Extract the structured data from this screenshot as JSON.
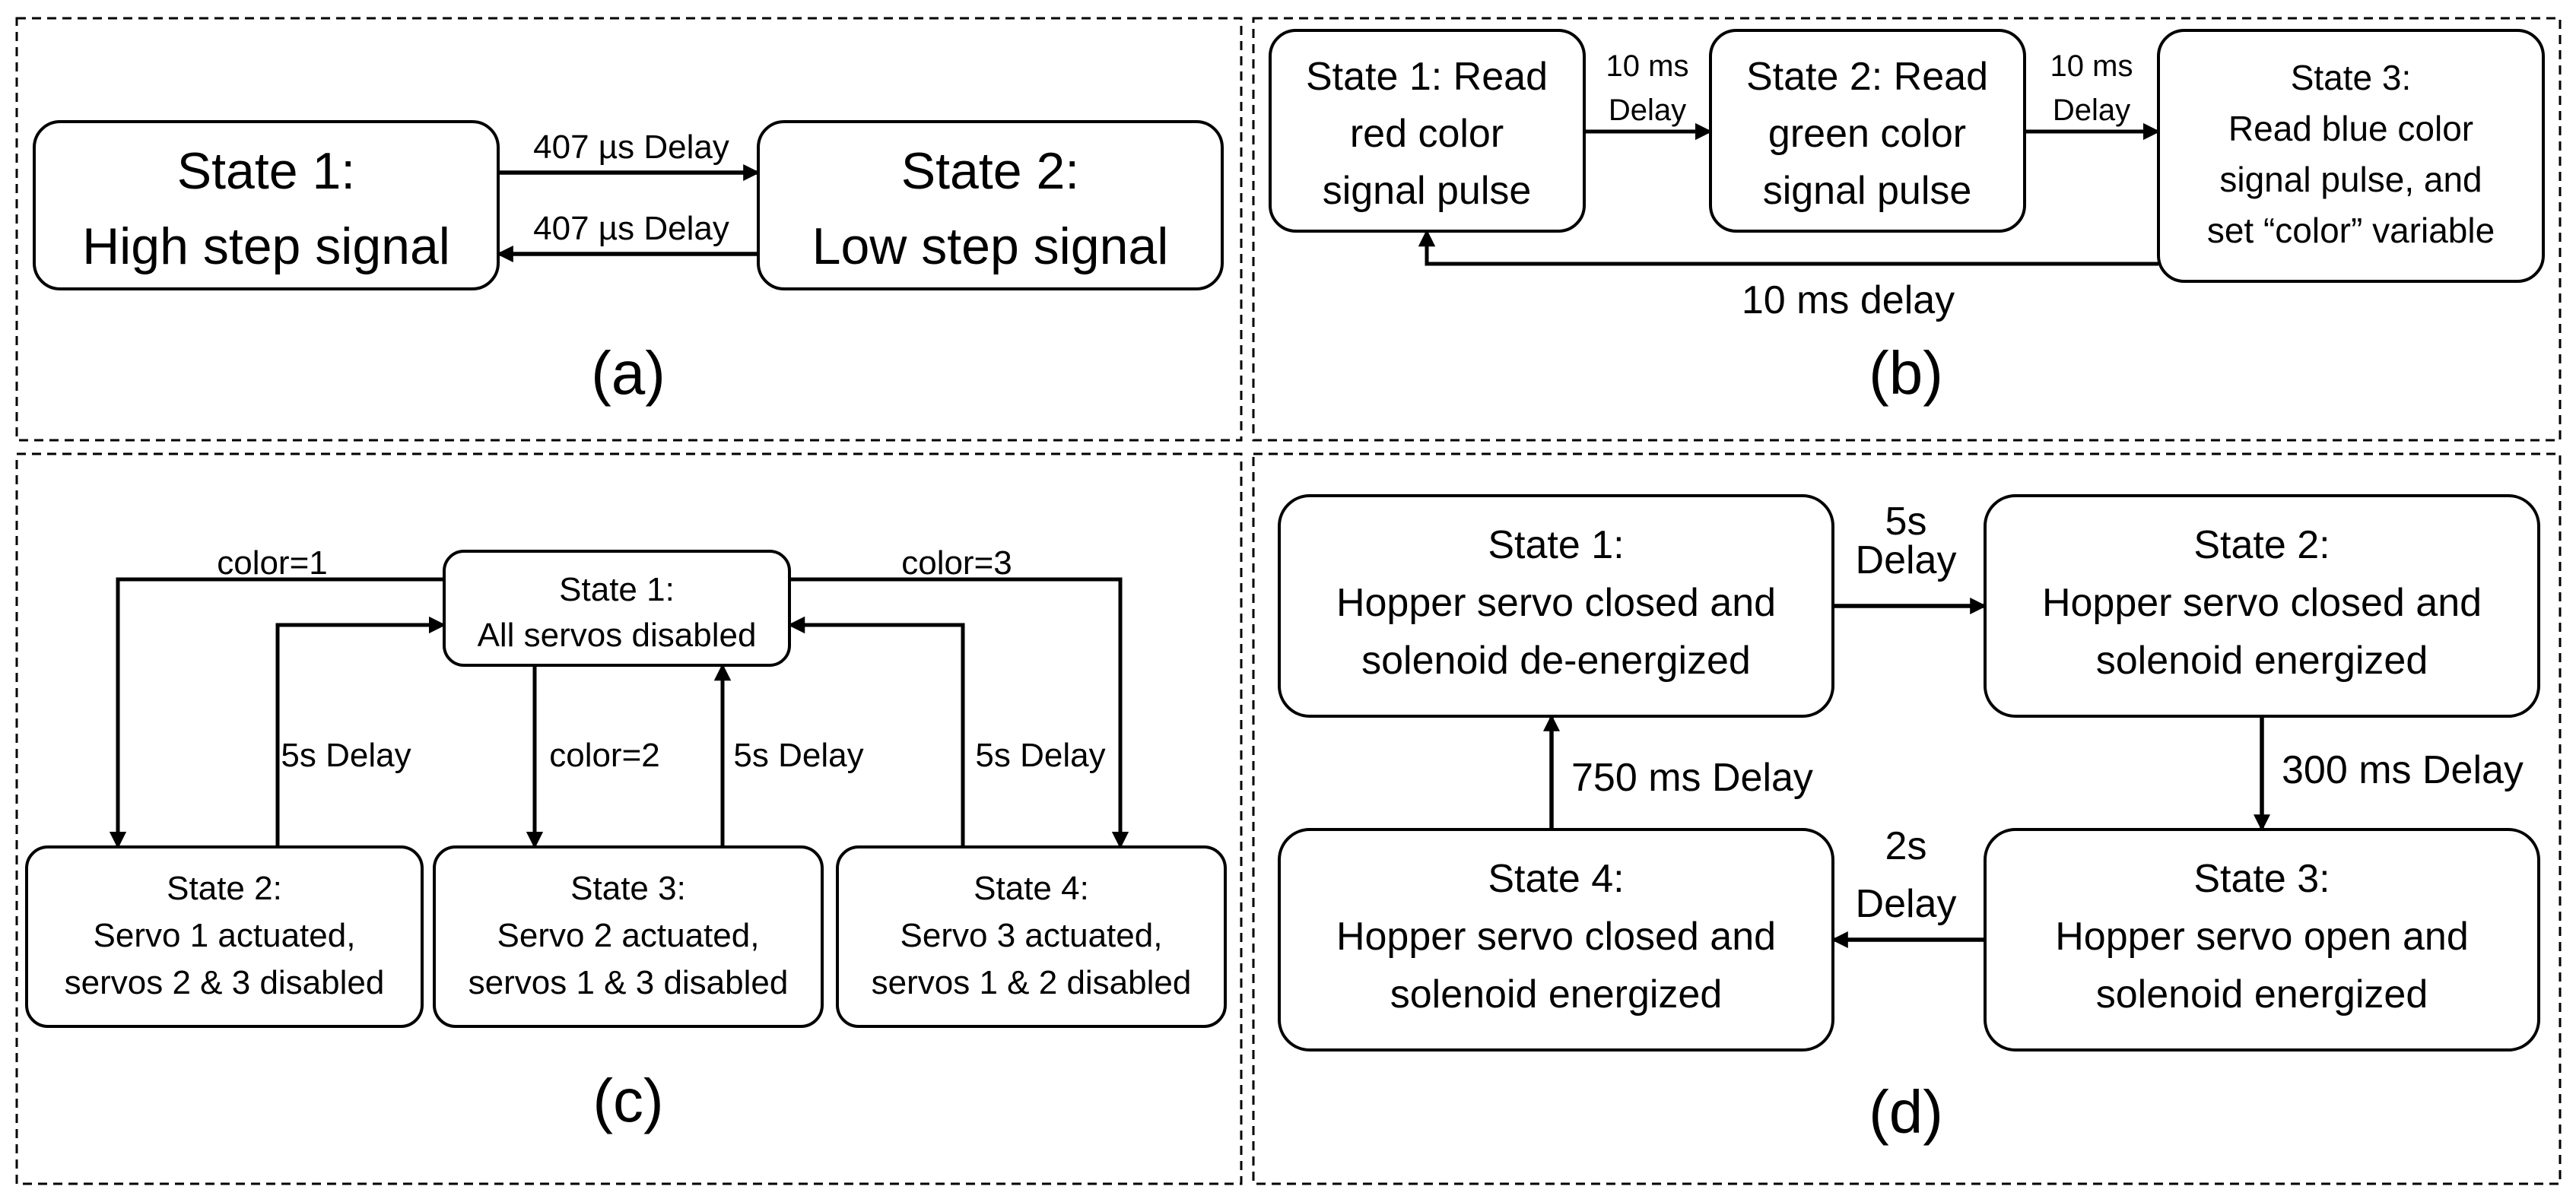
{
  "panels": {
    "a": {
      "caption": "(a)",
      "state1": [
        "State 1:",
        "High step signal"
      ],
      "state2": [
        "State 2:",
        "Low step signal"
      ],
      "forward_label": "407 µs Delay",
      "back_label": "407 µs Delay"
    },
    "b": {
      "caption": "(b)",
      "state1": [
        "State 1: Read",
        "red color",
        "signal pulse"
      ],
      "state2": [
        "State 2: Read",
        "green color",
        "signal pulse"
      ],
      "state3": [
        "State 3:",
        "Read blue color",
        "signal pulse, and",
        "set “color” variable"
      ],
      "t12": [
        "10 ms",
        "Delay"
      ],
      "t23": [
        "10 ms",
        "Delay"
      ],
      "t31": "10 ms delay"
    },
    "c": {
      "caption": "(c)",
      "state1": [
        "State 1:",
        "All servos disabled"
      ],
      "state2": [
        "State 2:",
        "Servo 1 actuated,",
        "servos 2 & 3 disabled"
      ],
      "state3": [
        "State 3:",
        "Servo 2 actuated,",
        "servos 1 & 3 disabled"
      ],
      "state4": [
        "State 4:",
        "Servo 3 actuated,",
        "servos 1 & 2 disabled"
      ],
      "to_state2": "color=1",
      "to_state3": "color=2",
      "to_state4": "color=3",
      "back2": "5s Delay",
      "back3": "5s Delay",
      "back4": "5s Delay"
    },
    "d": {
      "caption": "(d)",
      "state1": [
        "State 1:",
        "Hopper servo closed and",
        "solenoid de-energized"
      ],
      "state2": [
        "State 2:",
        "Hopper servo closed and",
        "solenoid energized"
      ],
      "state3": [
        "State 3:",
        "Hopper servo open and",
        "solenoid energized"
      ],
      "state4": [
        "State 4:",
        "Hopper servo closed and",
        "solenoid energized"
      ],
      "t12": [
        "5s",
        "Delay"
      ],
      "t23": "300 ms Delay",
      "t34": [
        "2s",
        "Delay"
      ],
      "t41": "750 ms Delay"
    }
  }
}
